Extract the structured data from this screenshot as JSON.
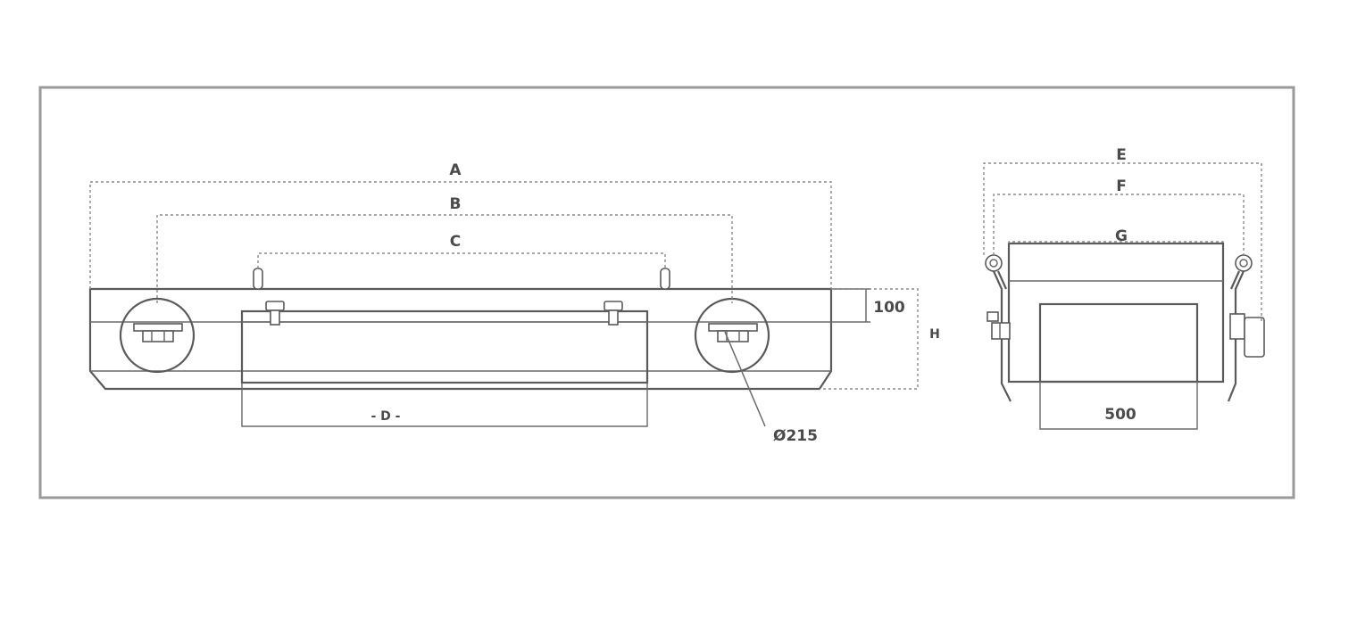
{
  "labels": {
    "a": "A",
    "b": "B",
    "c": "C",
    "d": "- D -",
    "e": "E",
    "f": "F",
    "g": "G",
    "h": "H",
    "height_100": "100",
    "diameter": "Ø215",
    "width_500": "500"
  },
  "colors": {
    "frame": "#9a9a9a",
    "line": "#5a5a5a",
    "dimension": "#8a8a8a",
    "text": "#4a4a4a"
  }
}
